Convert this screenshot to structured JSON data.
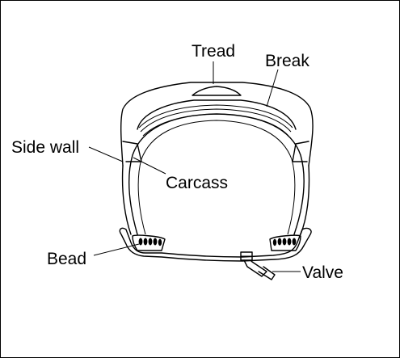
{
  "diagram": {
    "labels": {
      "tread": "Tread",
      "break": "Break",
      "side_wall": "Side wall",
      "carcass": "Carcass",
      "bead": "Bead",
      "valve": "Valve"
    }
  }
}
